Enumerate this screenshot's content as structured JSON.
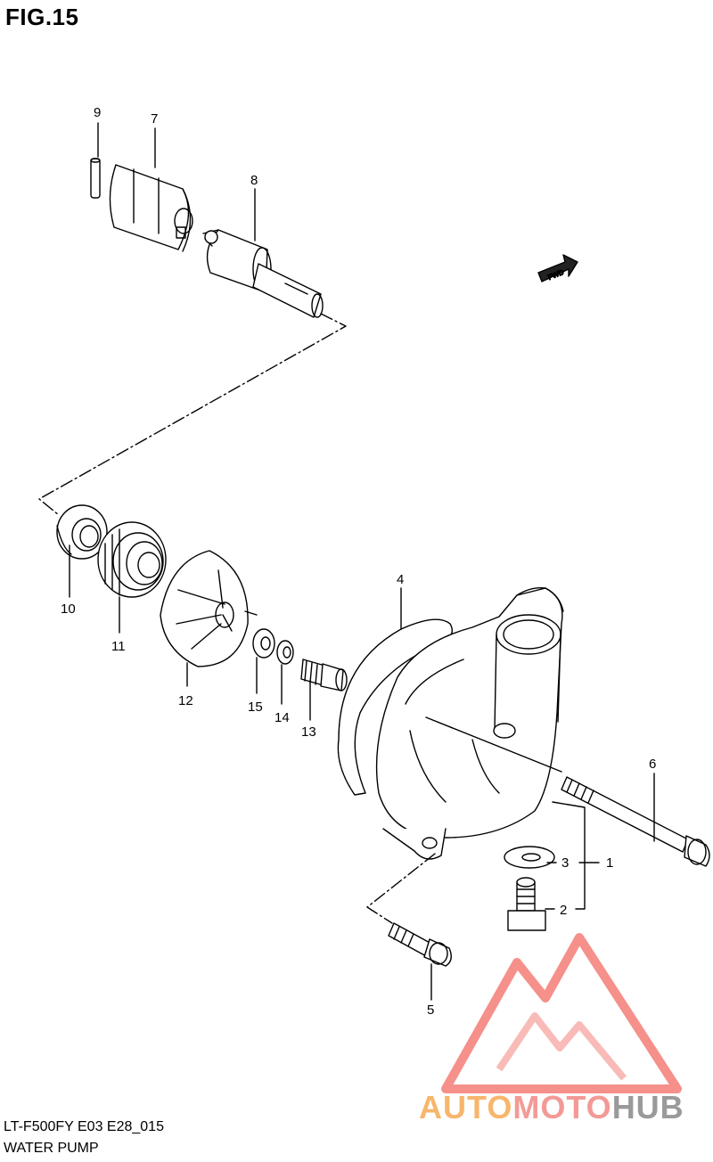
{
  "figure": {
    "title": "FIG.15",
    "model_code": "LT-F500FY E03 E28_015",
    "name": "WATER PUMP"
  },
  "fwd_label": "FWD",
  "callouts": {
    "c1": "1",
    "c2": "2",
    "c3": "3",
    "c4": "4",
    "c5": "5",
    "c6": "6",
    "c7": "7",
    "c8": "8",
    "c9": "9",
    "c10": "10",
    "c11": "11",
    "c12": "12",
    "c13": "13",
    "c14": "14",
    "c15": "15"
  },
  "watermark": {
    "part1": "AUTO",
    "part2": "MOTO",
    "part3": "HUB",
    "colors": {
      "auto": "#f7b66c",
      "moto": "#f39a96",
      "hub": "#9a9a9a",
      "logo": "#f26b63"
    }
  }
}
